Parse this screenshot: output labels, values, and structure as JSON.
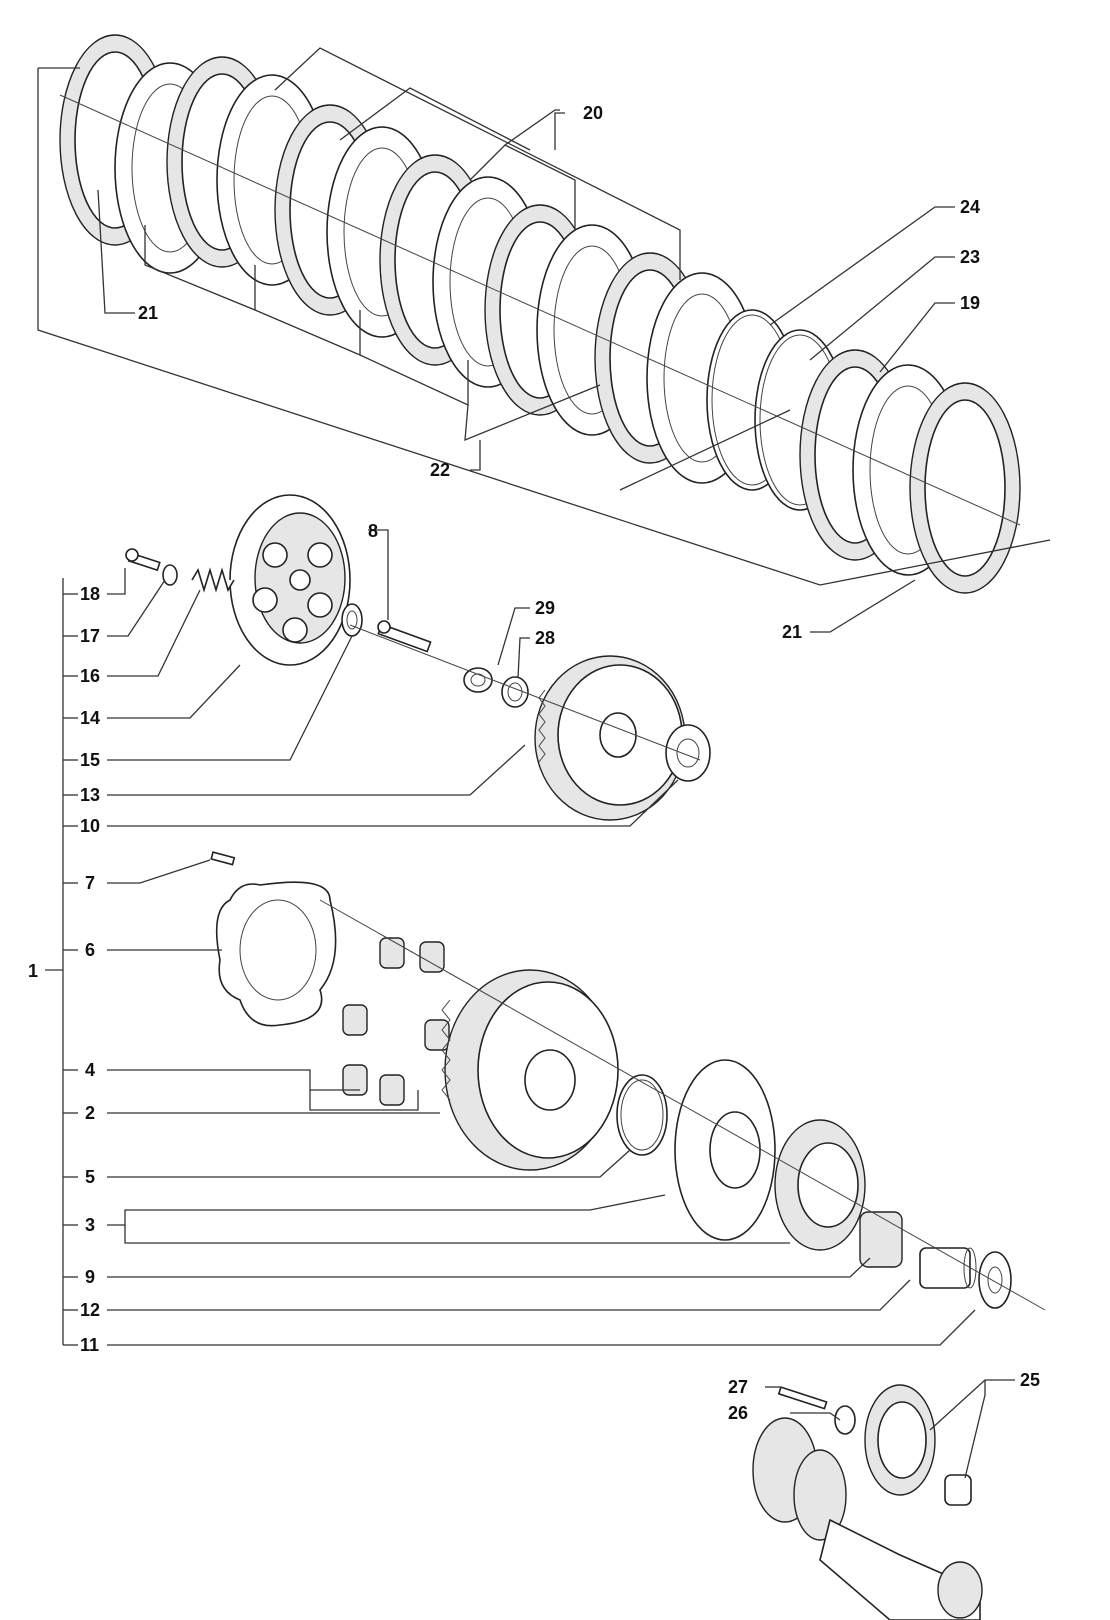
{
  "callouts": {
    "n1": "1",
    "n2": "2",
    "n3": "3",
    "n4": "4",
    "n5": "5",
    "n6": "6",
    "n7": "7",
    "n8": "8",
    "n9": "9",
    "n10": "10",
    "n11": "11",
    "n12": "12",
    "n13": "13",
    "n14": "14",
    "n15": "15",
    "n16": "16",
    "n17": "17",
    "n18": "18",
    "n19": "19",
    "n20": "20",
    "n21": "21",
    "n22": "22",
    "n23": "23",
    "n24": "24",
    "n25": "25",
    "n26": "26",
    "n27": "27",
    "n28": "28",
    "n29": "29"
  },
  "colors": {
    "line": "#333333",
    "part_fill": "#ffffff",
    "shade": "#e6e6e6"
  }
}
